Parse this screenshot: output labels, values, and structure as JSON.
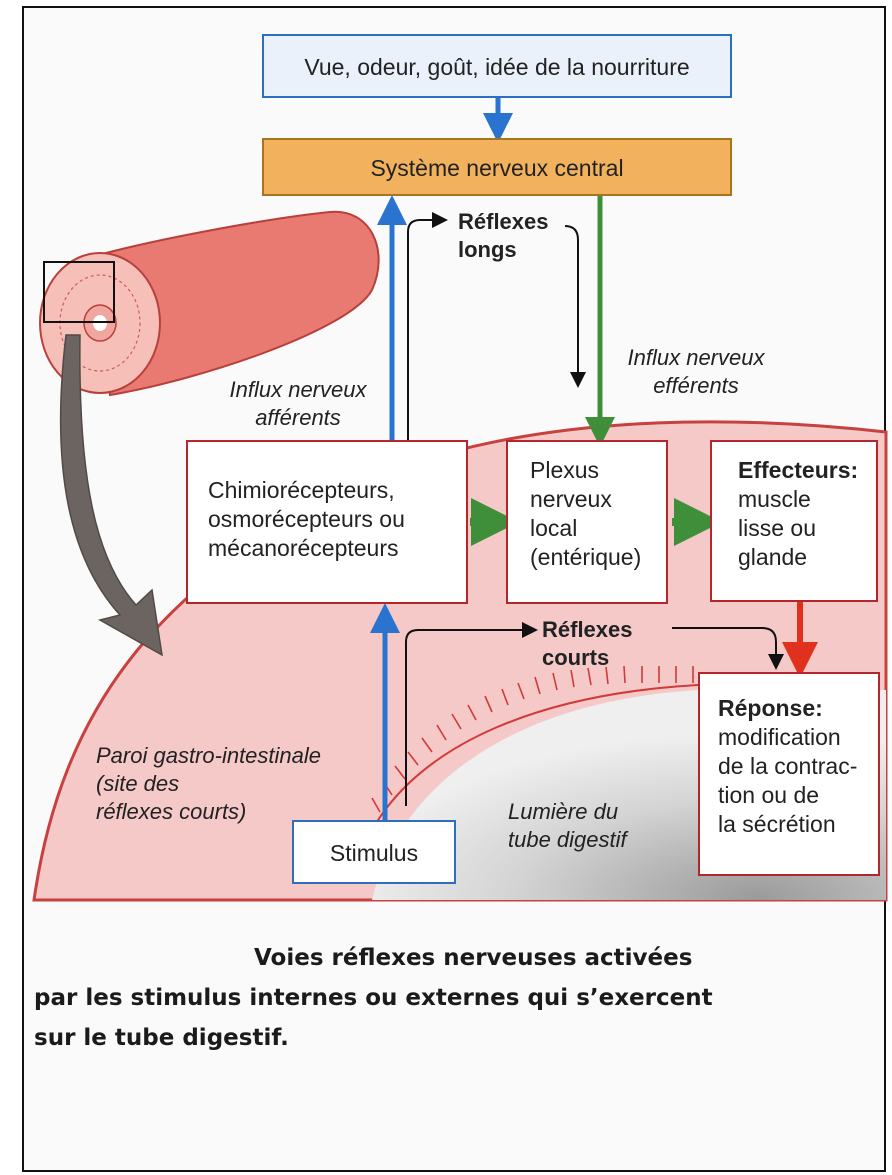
{
  "diagram": {
    "top_box": "Vue, odeur, goût, idée de la nourriture",
    "cns_box": "Système nerveux central",
    "receptors": [
      "Chimiorécepteurs,",
      "osmorécepteurs ou",
      "mécanorécepteurs"
    ],
    "plexus": [
      "Plexus",
      "nerveux",
      "local",
      "(entérique)"
    ],
    "effectors_title": "Effecteurs:",
    "effectors": [
      "muscle",
      "lisse ou",
      "glande"
    ],
    "response_title": "Réponse:",
    "response": [
      "modification",
      "de la contrac-",
      "tion ou de",
      "la sécrétion"
    ],
    "stimulus": "Stimulus",
    "long_reflexes": [
      "Réflexes",
      "longs"
    ],
    "short_reflexes": [
      "Réflexes",
      "courts"
    ],
    "afferent": [
      "Influx nerveux",
      "afférents"
    ],
    "efferent": [
      "Influx nerveux",
      "efférents"
    ],
    "wall_label": [
      "Paroi gastro-intestinale",
      "(site des",
      "réflexes courts)"
    ],
    "lumen_label": [
      "Lumière du",
      "tube digestif"
    ]
  },
  "caption": {
    "line1": "Voies réflexes nerveuses activées",
    "line2": "par les stimulus internes ou externes qui s’exercent",
    "line3": "sur le tube digestif."
  },
  "colors": {
    "afferent_arrow": "#2a73cf",
    "efferent_arrow": "#3f8f3a",
    "response_arrow": "#e0301e",
    "box_border": "#b3262a",
    "cns_fill": "#f2b25d"
  }
}
